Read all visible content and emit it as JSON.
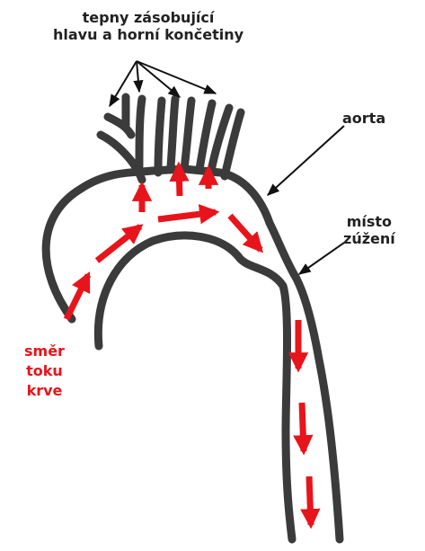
{
  "labels": {
    "branches_line1": "tepny zásobující",
    "branches_line2": "hlavu a horní končetiny",
    "aorta": "aorta",
    "narrowing_line1": "místo",
    "narrowing_line2": "zúžení",
    "flow_line1": "směr",
    "flow_line2": "toku",
    "flow_line3": "krve"
  },
  "colors": {
    "vessel_wall": "#3b3b3b",
    "flow_arrow": "#e8141b",
    "pointer": "#111111",
    "label_text": "#222222",
    "flow_label": "#e8141b"
  }
}
